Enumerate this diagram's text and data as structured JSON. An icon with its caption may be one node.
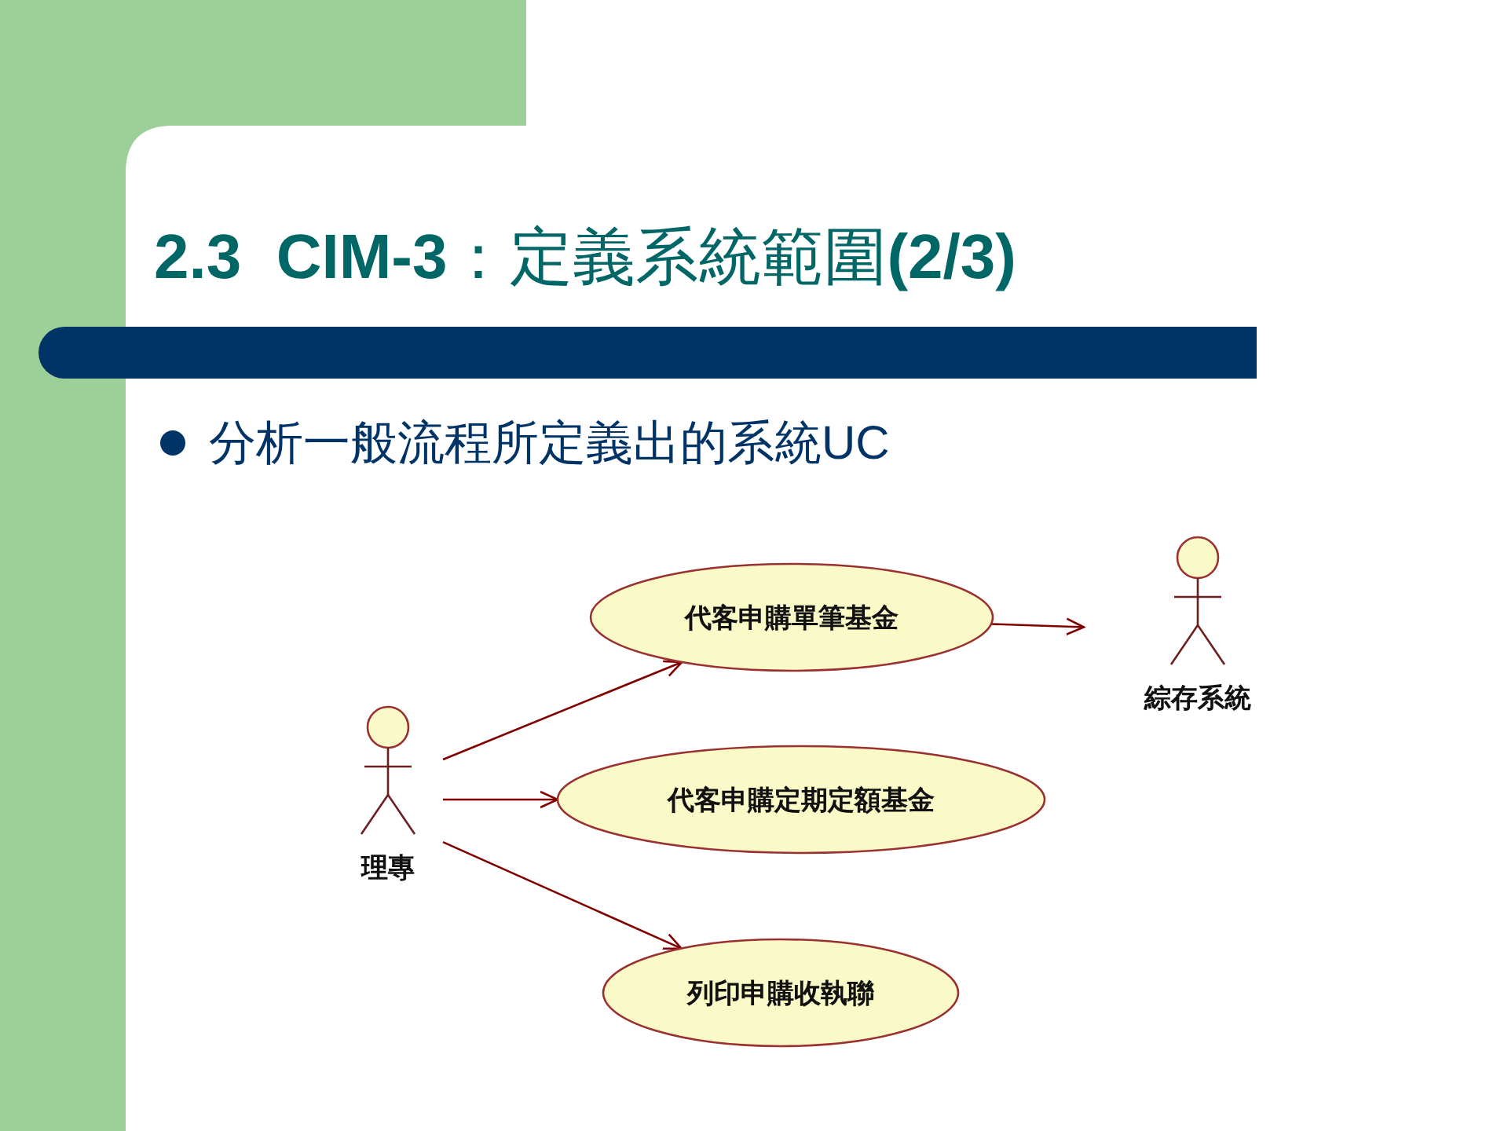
{
  "diagram": {
    "title": "**2.3  CIM-3**：定義系統範圍**(2/3)**",
    "nodes": [
      {
        "text": [
          "理專"
        ]
      },
      {
        "text": [
          "代客申購單筆基金"
        ]
      },
      {
        "text": [
          "代客申購定期定額基金"
        ]
      },
      {
        "text": [
          "列印申購收執聯"
        ]
      },
      {
        "text": [
          "綜存系統"
        ]
      }
    ],
    "edges": [
      {
        "from": 0,
        "to": 1,
        "arrow": "to"
      },
      {
        "from": 0,
        "to": 2,
        "arrow": "to"
      },
      {
        "from": 0,
        "to": 3,
        "arrow": "to"
      },
      {
        "from": 1,
        "to": 4,
        "arrow": "to"
      }
    ],
    "labels": [
      "分析一般流程所定義出的系統UC"
    ]
  }
}
